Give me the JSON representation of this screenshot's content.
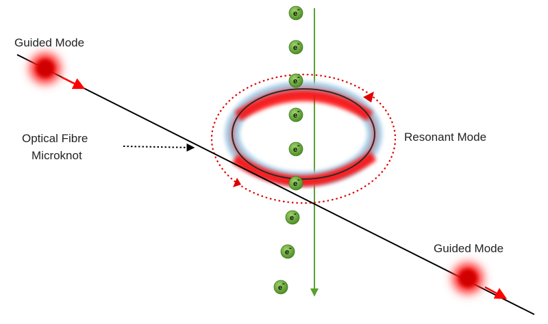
{
  "labels": {
    "guided_mode_top": "Guided Mode",
    "guided_mode_bottom": "Guided Mode",
    "optical_fibre_line1": "Optical Fibre",
    "optical_fibre_line2": "Microknot",
    "resonant_mode": "Resonant Mode"
  },
  "electron_symbol": "e",
  "electron_charge": "-",
  "electron_count": 9,
  "colors": {
    "fibre": "#000000",
    "mode_red": "#ff0000",
    "electron_green": "#6db33f",
    "beam_green": "#5aa02c",
    "ring_blue": "#a9cfe6",
    "ring_dark": "#2b2b2b"
  },
  "icons": {
    "guided_mode_glow": "red-glow-icon",
    "electron": "electron-icon",
    "arrow": "arrow-icon"
  }
}
